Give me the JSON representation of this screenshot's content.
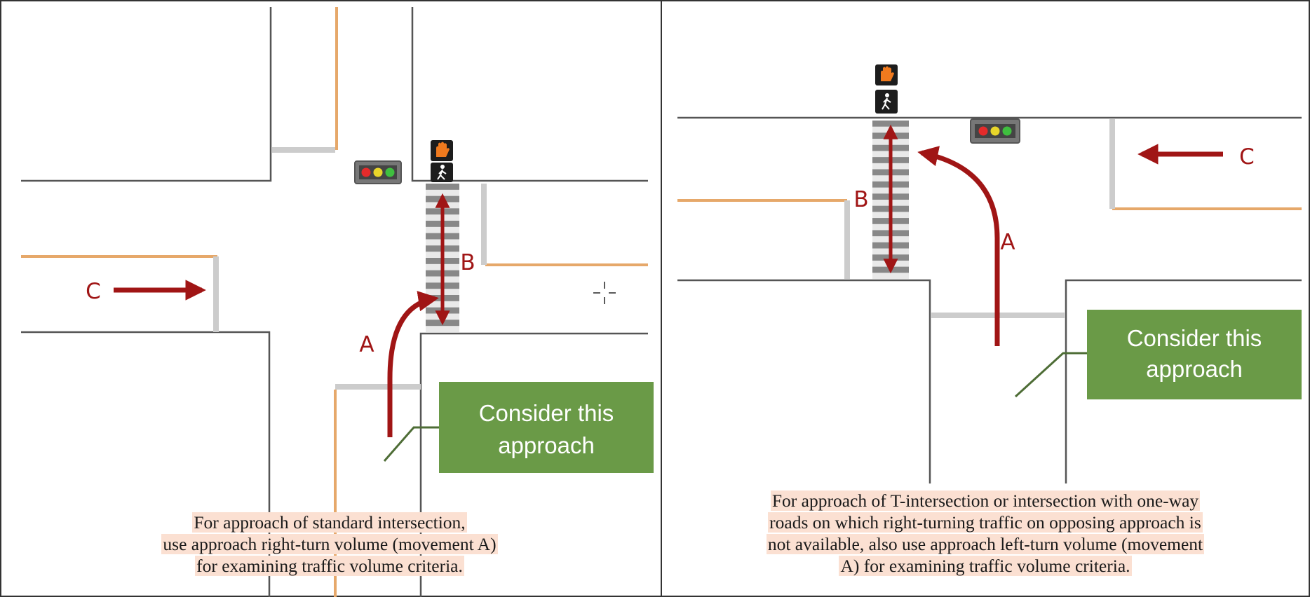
{
  "left_panel": {
    "labels": {
      "a": "A",
      "b": "B",
      "c": "C"
    },
    "note": {
      "line1": "Consider this",
      "line2": "approach"
    },
    "caption": [
      "For approach of standard intersection,",
      "use approach right-turn volume (movement A)",
      "for examining traffic volume criteria."
    ]
  },
  "right_panel": {
    "labels": {
      "a": "A",
      "b": "B",
      "c": "C"
    },
    "note": {
      "line1": "Consider this",
      "line2": "approach"
    },
    "caption": [
      "For approach of T-intersection or intersection with one-way",
      "roads on which right-turning traffic on opposing approach is",
      "not available, also use approach left-turn volume (movement",
      "A) for examining traffic volume criteria."
    ]
  },
  "icons": {
    "traffic_light": "traffic-light-icon",
    "dont_walk": "dont-walk-hand-icon",
    "walk": "walk-pedestrian-icon",
    "cursor": "crosshair-cursor-icon"
  },
  "colors": {
    "arrow": "#a01515",
    "note_box": "#6a9a47",
    "curb": "#e6a86a",
    "stop_bar": "#cccccc",
    "road_edge": "#555555",
    "caption_highlight": "#fbe0d2",
    "crosswalk": "#888888"
  }
}
